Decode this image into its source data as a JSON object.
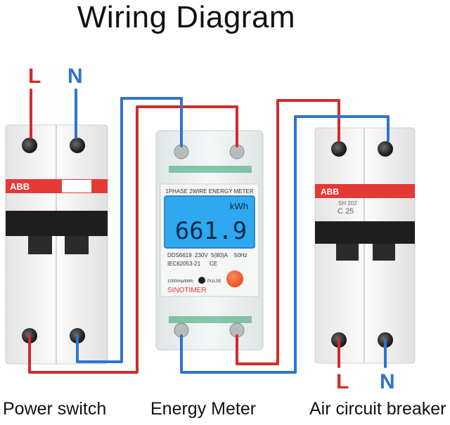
{
  "title": "Wiring Diagram",
  "top_labels": {
    "line": "L",
    "neutral": "N"
  },
  "bottom_labels": {
    "line": "L",
    "neutral": "N"
  },
  "captions": {
    "power_switch": "Power switch",
    "energy_meter": "Energy Meter",
    "air_breaker": "Air circuit breaker"
  },
  "power_switch": {
    "brand": "ABB"
  },
  "air_breaker": {
    "brand": "ABB",
    "model": "SH 202",
    "rating": "C 25"
  },
  "meter": {
    "header": "1PHASE 2WIRE ENERGY METER",
    "unit": "kWh",
    "reading": "661.9",
    "model": "DDS6619",
    "voltage": "230V",
    "current": "5(80)A",
    "frequency": "50Hz",
    "standard": "IEC62053-21",
    "marks": "CE",
    "impulse": "1000imp/kWh",
    "pulse": "PULSE",
    "brand": "SINOTIMER"
  },
  "colors": {
    "live": "#d42a2a",
    "neutral": "#2f74d0",
    "breaker_body": "#f3f3f3",
    "lcd": "#2ea9f0",
    "brand_red": "#e53935"
  }
}
